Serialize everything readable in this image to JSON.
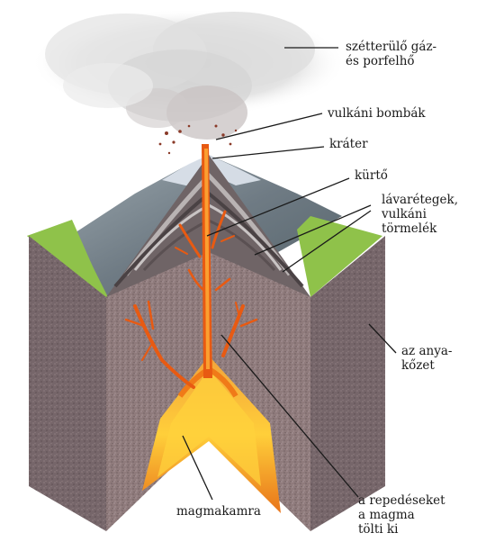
{
  "labels": {
    "gas_cloud": [
      "szétterülő gáz-",
      "és porfelhő"
    ],
    "volcanic_bombs": "vulkáni bombák",
    "crater": "kráter",
    "vent": "kürtő",
    "lava_layers": [
      "lávarétegek,",
      "vulkáni",
      "törmelék"
    ],
    "bedrock": [
      "az anya-",
      "kőzet"
    ],
    "fissures": [
      "a repedéseket",
      "a magma",
      "tölti ki"
    ],
    "magma_chamber": "magmakamra"
  },
  "colors": {
    "rock": "#8f7b7c",
    "rock_shadow": "#6f5e60",
    "grass": "#8fc24a",
    "magma": "#f08a1e",
    "magma_hot": "#ffd23c",
    "lava_conduit": "#e85a12",
    "mountain": "#7c8a92",
    "snow": "#dfe6ee",
    "smoke": "#d8d8d8"
  }
}
